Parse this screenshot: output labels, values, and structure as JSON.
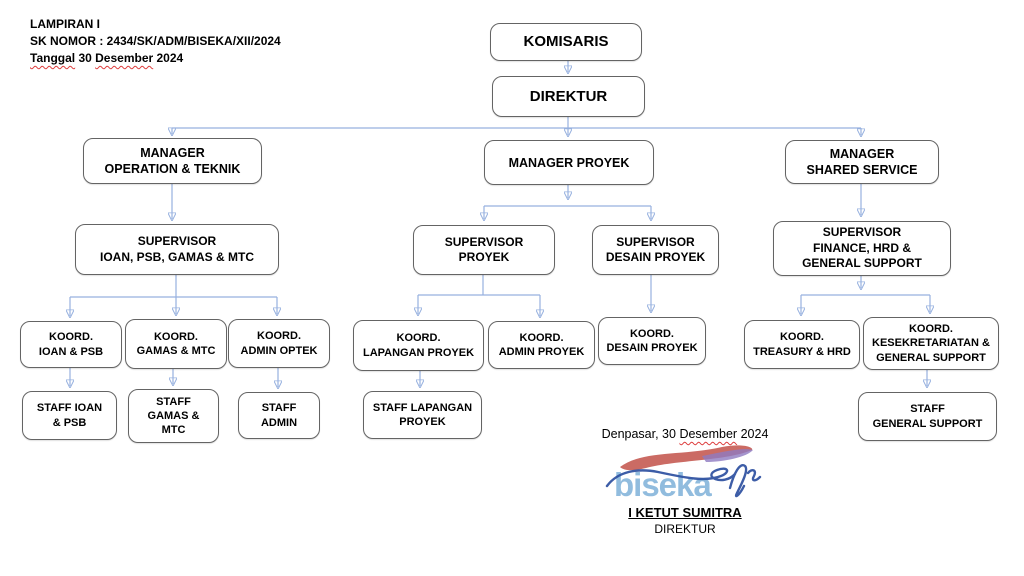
{
  "document": {
    "header": {
      "line1": "LAMPIRAN I",
      "line2": "SK NOMOR : 2434/SK/ADM/BISEKA/XII/2024",
      "line3_word1": "Tanggal",
      "line3_mid": " 30 ",
      "line3_word2": "Desember",
      "line3_end": " 2024"
    }
  },
  "org": {
    "komisaris": "KOMISARIS",
    "direktur": "DIREKTUR",
    "mgr_ops": "MANAGER\nOPERATION & TEKNIK",
    "mgr_proyek": "MANAGER PROYEK",
    "mgr_shared": "MANAGER\nSHARED SERVICE",
    "spv_ioan": "SUPERVISOR\nIOAN, PSB, GAMAS & MTC",
    "spv_proyek": "SUPERVISOR\nPROYEK",
    "spv_desain": "SUPERVISOR\nDESAIN PROYEK",
    "spv_finance": "SUPERVISOR\nFINANCE, HRD &\nGENERAL SUPPORT",
    "koord_ioan": "KOORD.\nIOAN & PSB",
    "koord_gamas": "KOORD.\nGAMAS & MTC",
    "koord_admin_optek": "KOORD.\nADMIN OPTEK",
    "koord_lapangan": "KOORD.\nLAPANGAN PROYEK",
    "koord_admin_proyek": "KOORD.\nADMIN PROYEK",
    "koord_desain": "KOORD.\nDESAIN PROYEK",
    "koord_treasury": "KOORD.\nTREASURY & HRD",
    "koord_kesek": "KOORD.\nKESEKRETARIATAN &\nGENERAL SUPPORT",
    "staff_ioan": "STAFF IOAN\n& PSB",
    "staff_gamas": "STAFF\nGAMAS &\nMTC",
    "staff_admin": "STAFF\nADMIN",
    "staff_lapangan": "STAFF LAPANGAN\nPROYEK",
    "staff_general": "STAFF\nGENERAL SUPPORT"
  },
  "signature": {
    "date_prefix": "Denpasar, 30 ",
    "date_wavy": "Desember",
    "date_suffix": " 2024",
    "logo_text": "biseka",
    "name": "I KETUT SUMITRA",
    "title": "DIREKTUR"
  },
  "colors": {
    "connector_line": "#97b1df",
    "arrow_head": "#2f5bb3",
    "box_border": "#646464",
    "logo_blue": "#82b3da",
    "logo_red": "#c04a42",
    "logo_purple": "#8f7bc0",
    "signature_ink": "#2d4fa0",
    "wavy_underline": "#dd3b3b"
  }
}
